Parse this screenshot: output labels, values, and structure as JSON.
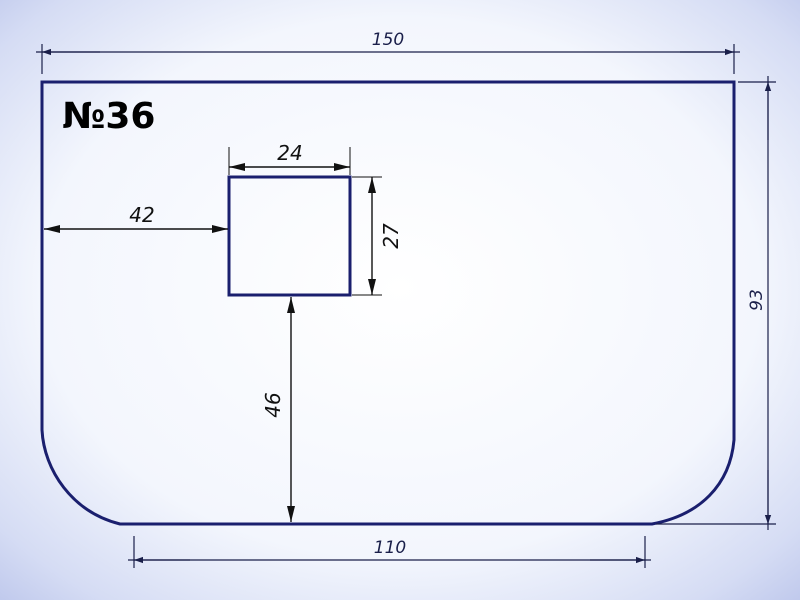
{
  "title": "№36",
  "colors": {
    "outline": "#1a1f6e",
    "dimension": "#1a1f4a",
    "background_center": "#ffffff",
    "background_edge": "#b9c3ea"
  },
  "dimensions": {
    "overall_width": "150",
    "overall_height": "93",
    "bottom_width": "110",
    "cutout_width": "24",
    "cutout_height": "27",
    "left_offset": "42",
    "bottom_offset": "46"
  }
}
